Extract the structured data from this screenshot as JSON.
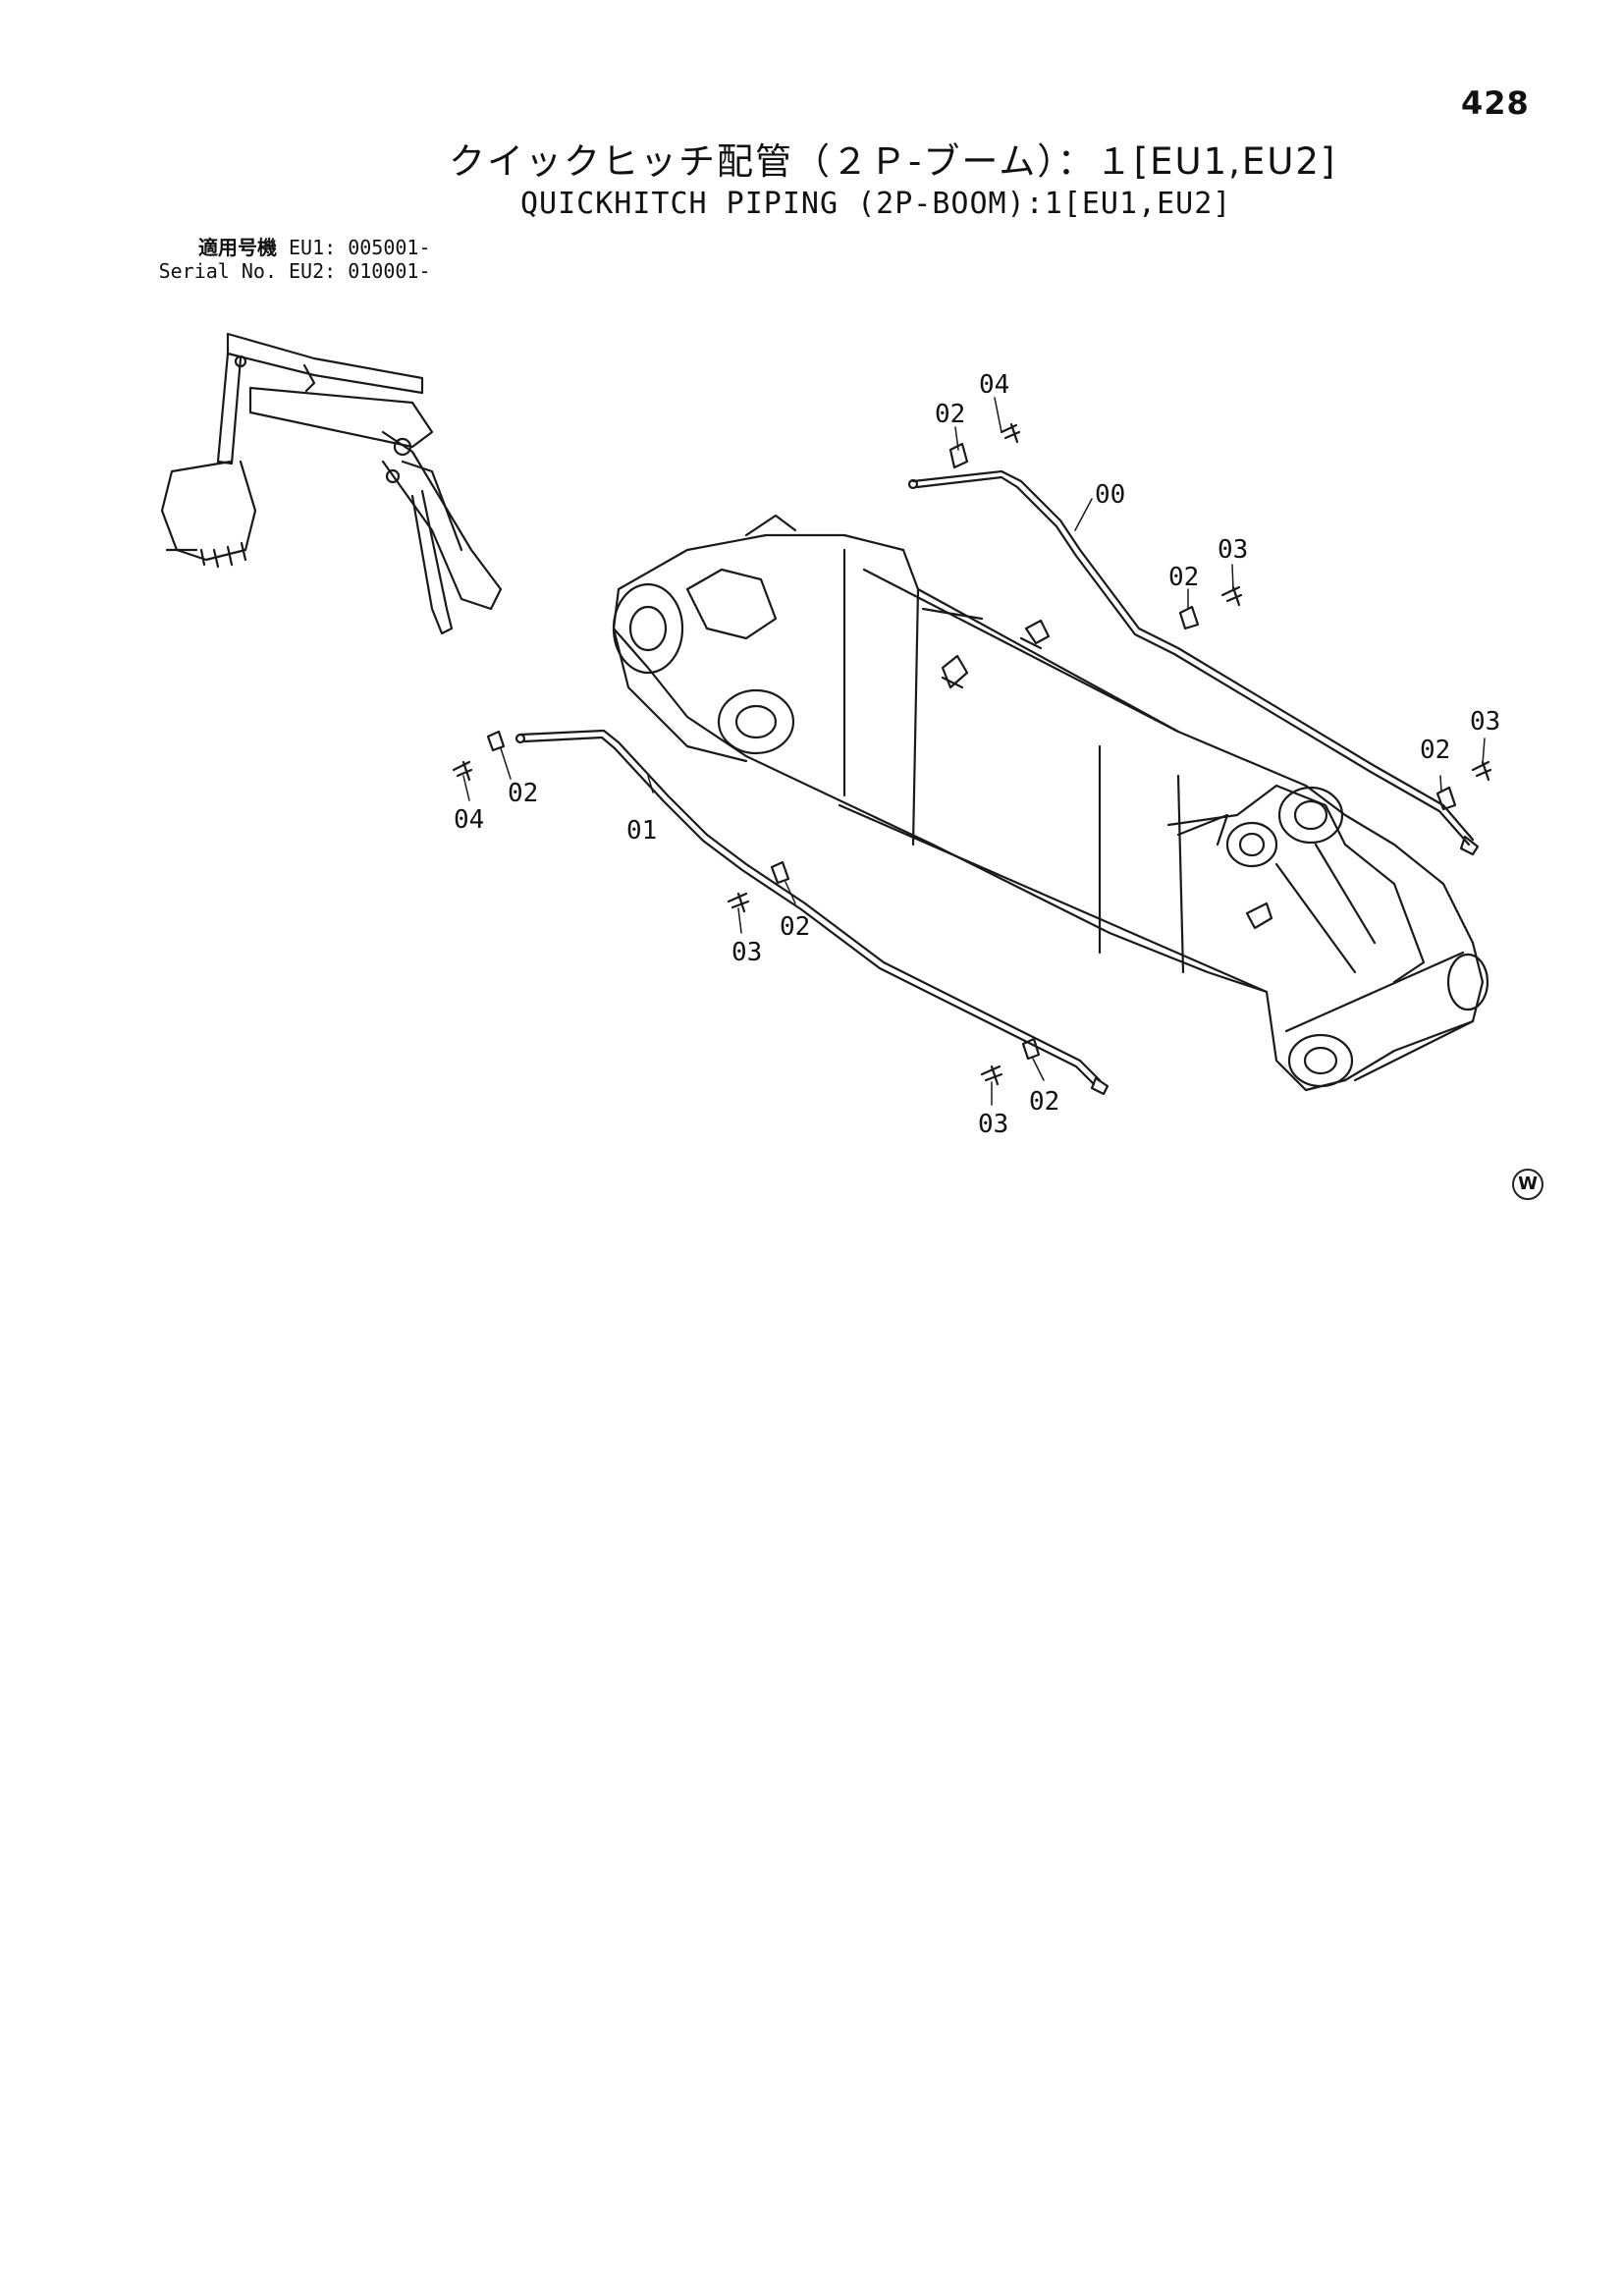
{
  "page_number": "428",
  "title_jp": "クイックヒッチ配管（２Ｐ-ブーム）：１[EU1,EU2]",
  "title_en": "QUICKHITCH PIPING (2P-BOOM):1[EU1,EU2]",
  "serial": {
    "label_jp": "適用号機",
    "label_en": "Serial No.",
    "eu1": "EU1: 005001-",
    "eu2": "EU2: 010001-"
  },
  "callouts": {
    "p00": "00",
    "p01": "01",
    "p02a": "02",
    "p02b": "02",
    "p02c": "02",
    "p02d": "02",
    "p02e": "02",
    "p02f": "02",
    "p03a": "03",
    "p03b": "03",
    "p03c": "03",
    "p03d": "03",
    "p04a": "04",
    "p04b": "04"
  },
  "mark_text": "W"
}
